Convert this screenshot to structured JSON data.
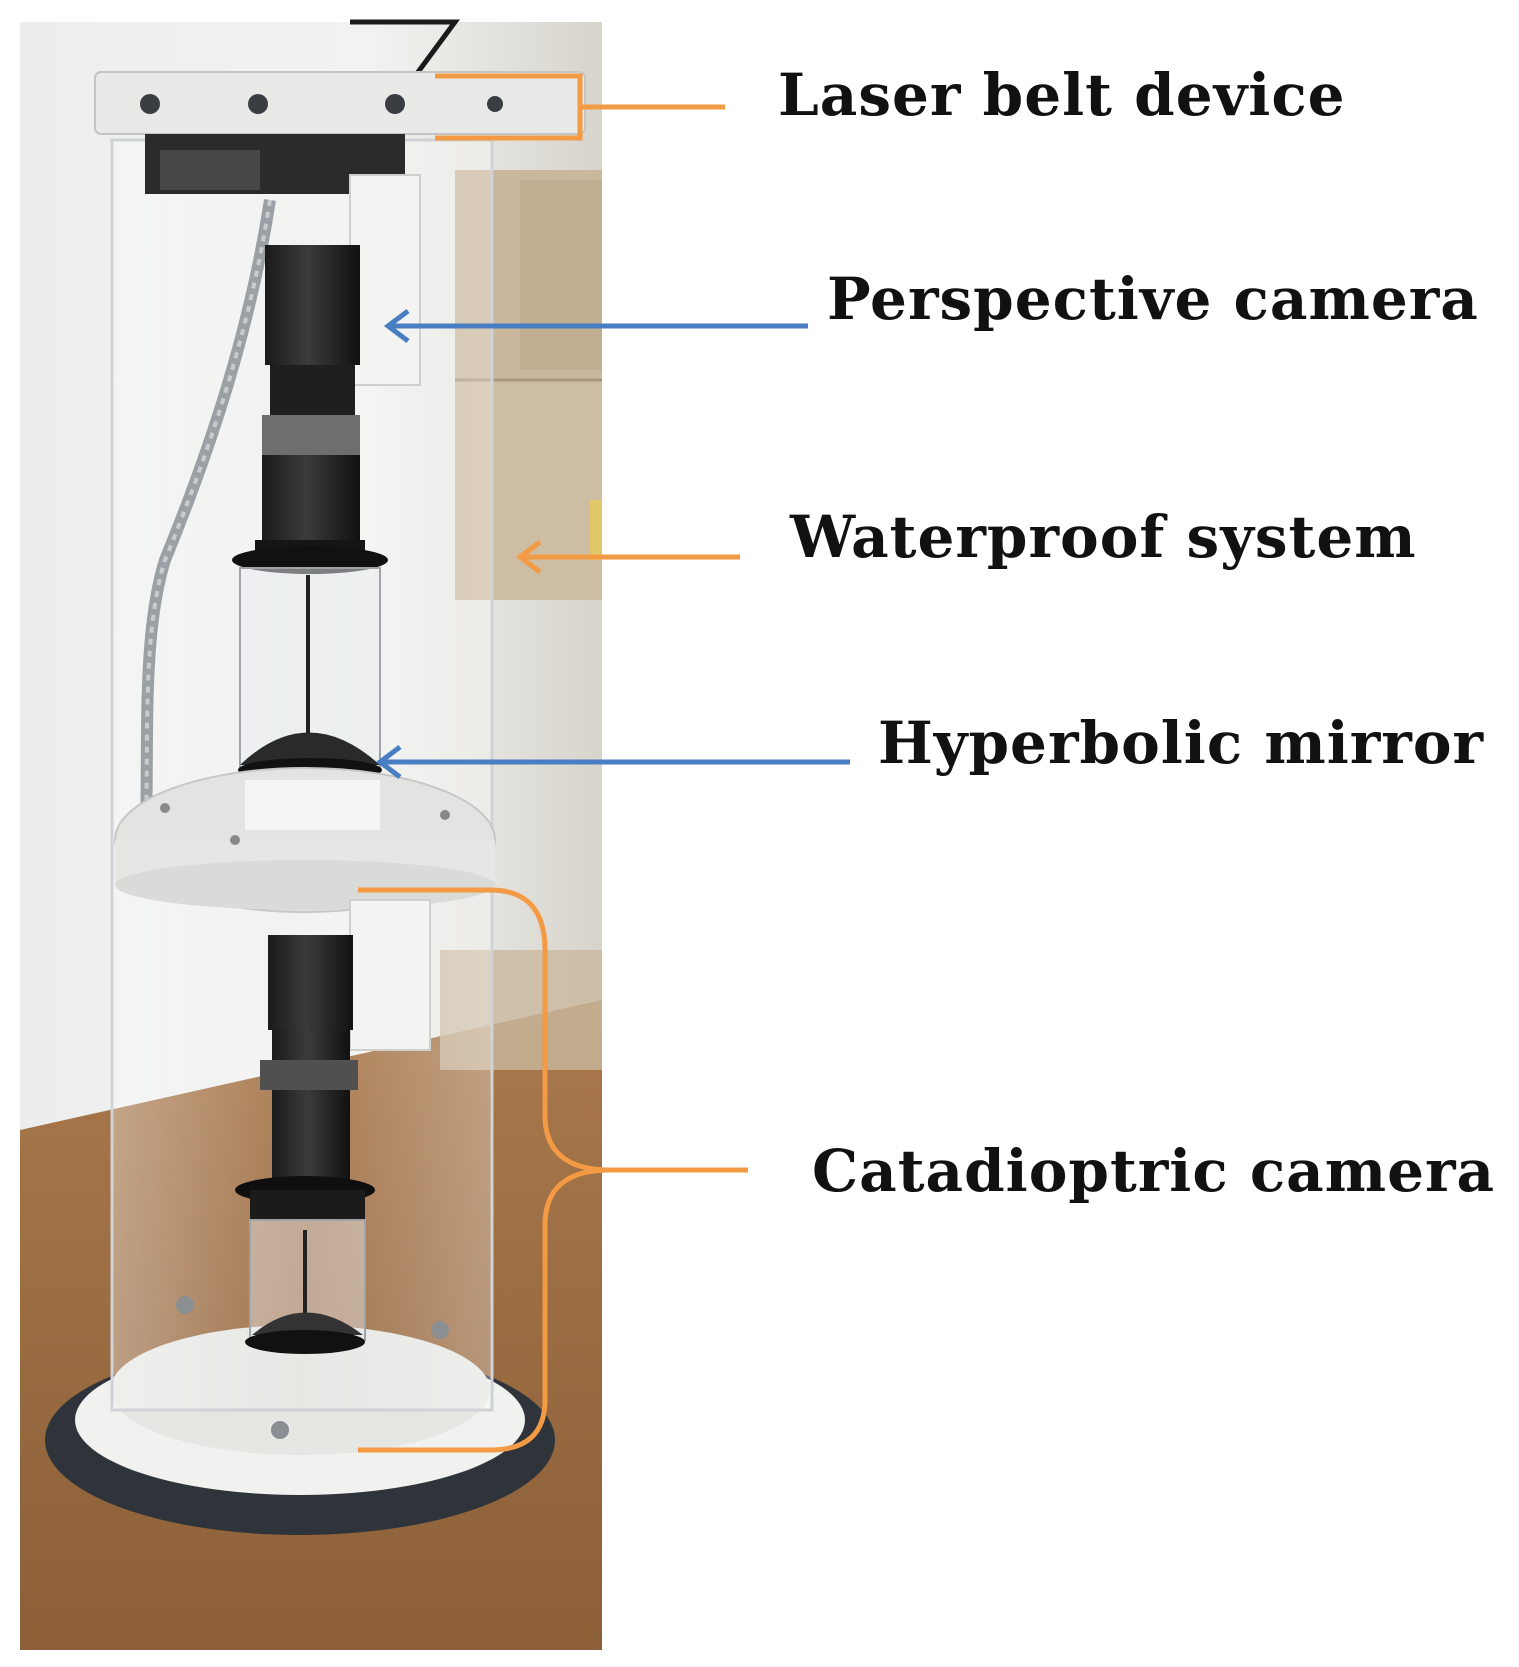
{
  "labels": {
    "laser_belt_device": "Laser belt device",
    "perspective_camera": "Perspective camera",
    "waterproof_system": "Waterproof system",
    "hyperbolic_mirror": "Hyperbolic mirror",
    "catadioptric_camera": "Catadioptric camera"
  },
  "colors": {
    "callout_orange": "#F39A44",
    "callout_blue": "#4A7EC2",
    "label_text": "#111111"
  }
}
